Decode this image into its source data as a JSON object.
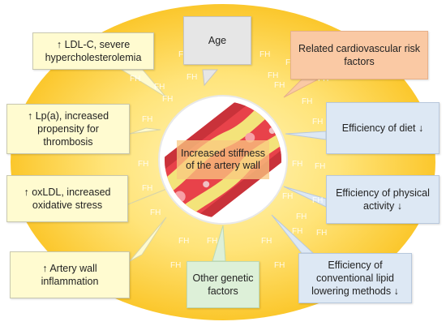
{
  "center": {
    "label": "Increased stiffness of the artery wall"
  },
  "watermark": "FH",
  "factors": [
    {
      "id": "ldl",
      "text": "↑ LDL-C, severe hypercholesterolemia"
    },
    {
      "id": "age",
      "text": "Age"
    },
    {
      "id": "cardio",
      "text": "Related cardiovascular risk factors"
    },
    {
      "id": "lpa",
      "text": "↑ Lp(a), increased propensity for thrombosis"
    },
    {
      "id": "diet",
      "text": "Efficiency of diet ↓"
    },
    {
      "id": "oxldl",
      "text": "↑ oxLDL, increased oxidative stress"
    },
    {
      "id": "physical",
      "text": "Efficiency of physical activity ↓"
    },
    {
      "id": "inflammation",
      "text": "↑ Artery wall inflammation"
    },
    {
      "id": "genetic",
      "text": "Other genetic factors"
    },
    {
      "id": "lipid",
      "text": "Efficiency of conventional lipid lowering methods ↓"
    }
  ],
  "colors": {
    "ring": "#fcd03a",
    "ring_inner": "#ffe98a",
    "center_disk": "#ffffff",
    "artery_red": "#e8424a",
    "plaque_yellow": "#f3e37a",
    "yellow_box": "#fffbd0",
    "blue_box": "#dde8f4",
    "gray_box": "#e6e6e6",
    "orange_box": "#fac9a4",
    "green_box": "#ddf0d8"
  }
}
